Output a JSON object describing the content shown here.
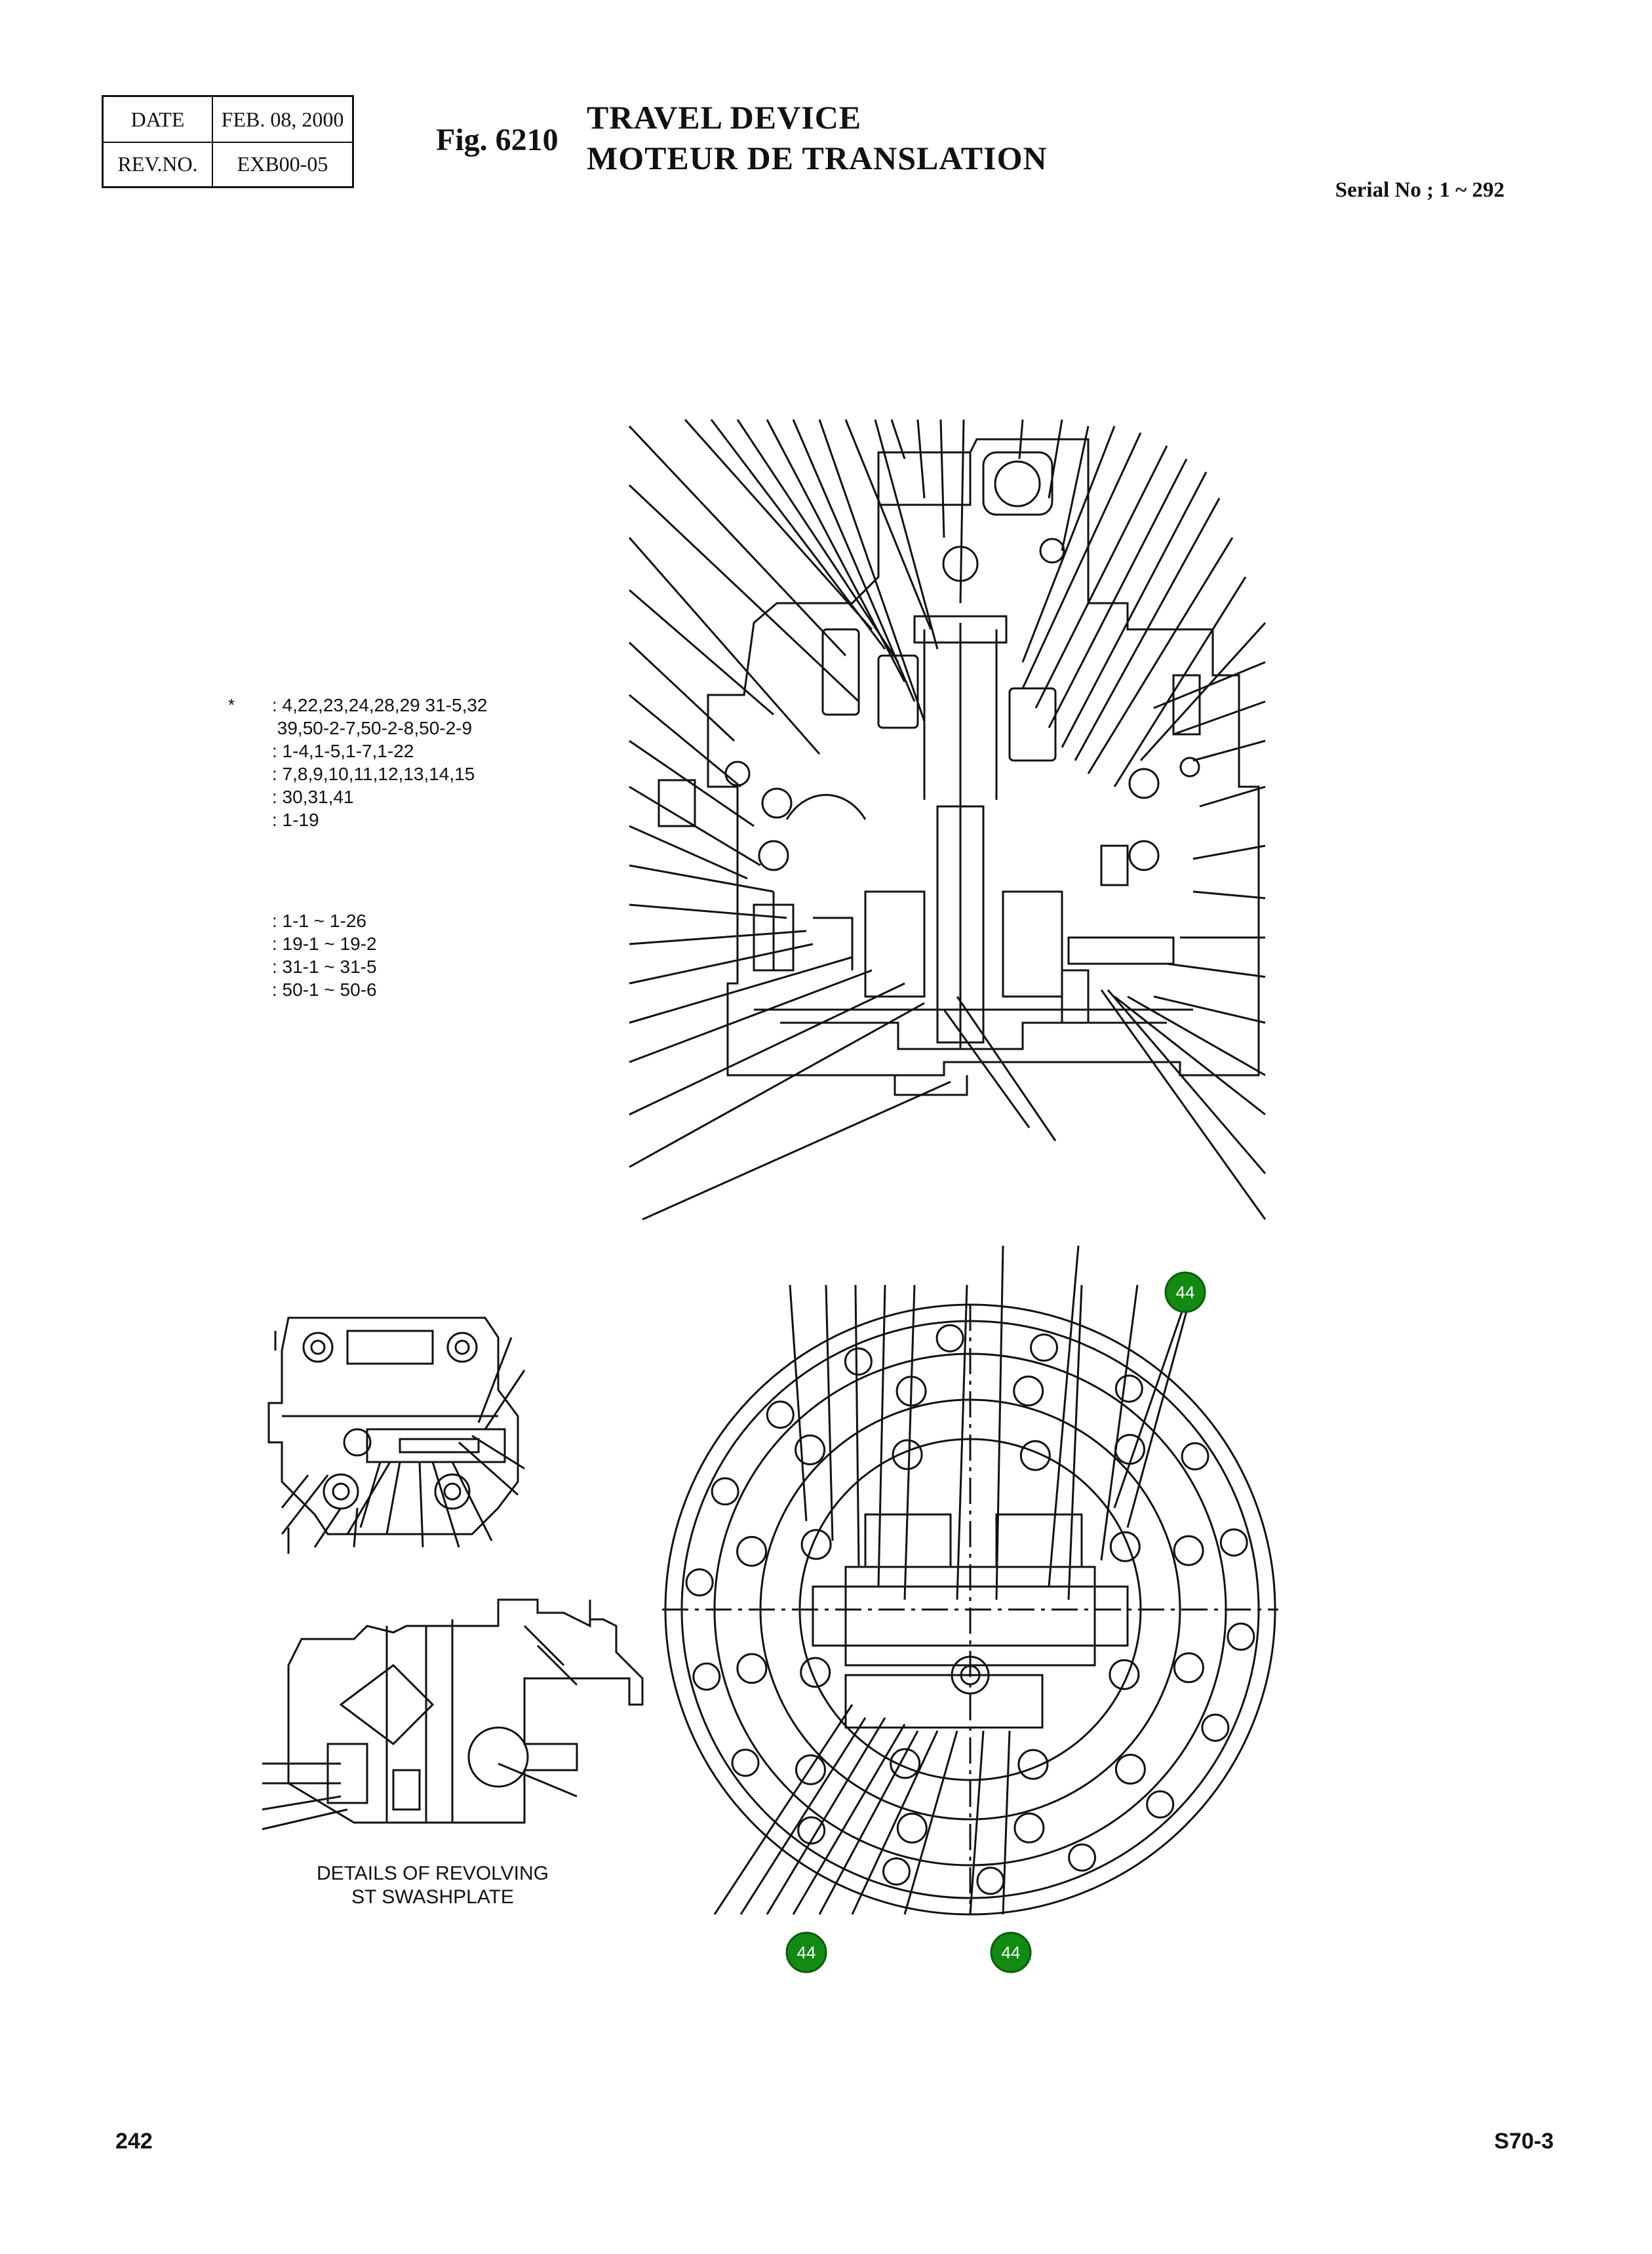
{
  "header": {
    "date_label": "DATE",
    "date_value": "FEB. 08, 2000",
    "rev_label": "REV.NO.",
    "rev_value": "EXB00-05",
    "fig_no": "Fig. 6210",
    "title_en": "TRAVEL DEVICE",
    "title_fr": "MOTEUR DE TRANSLATION",
    "serial": "Serial No ; 1 ~ 292"
  },
  "notes": {
    "marker": "*",
    "group_1": [
      ": 4,22,23,24,28,29 31-5,32",
      " 39,50-2-7,50-2-8,50-2-9",
      ": 1-4,1-5,1-7,1-22",
      ": 7,8,9,10,11,12,13,14,15",
      ": 30,31,41",
      ": 1-19"
    ],
    "group_2": [
      ": 1-1 ~ 1-26",
      ": 19-1 ~ 19-2",
      ": 31-1 ~ 31-5",
      ": 50-1 ~ 50-6"
    ]
  },
  "detail_caption": [
    "DETAILS OF REVOLVING",
    "ST SWASHPLATE"
  ],
  "callouts": [
    "44",
    "44",
    "44"
  ],
  "footer": {
    "page_no": "242",
    "model_code": "S70-3"
  },
  "colors": {
    "callout_fill": "#138a13",
    "line": "#111111"
  }
}
